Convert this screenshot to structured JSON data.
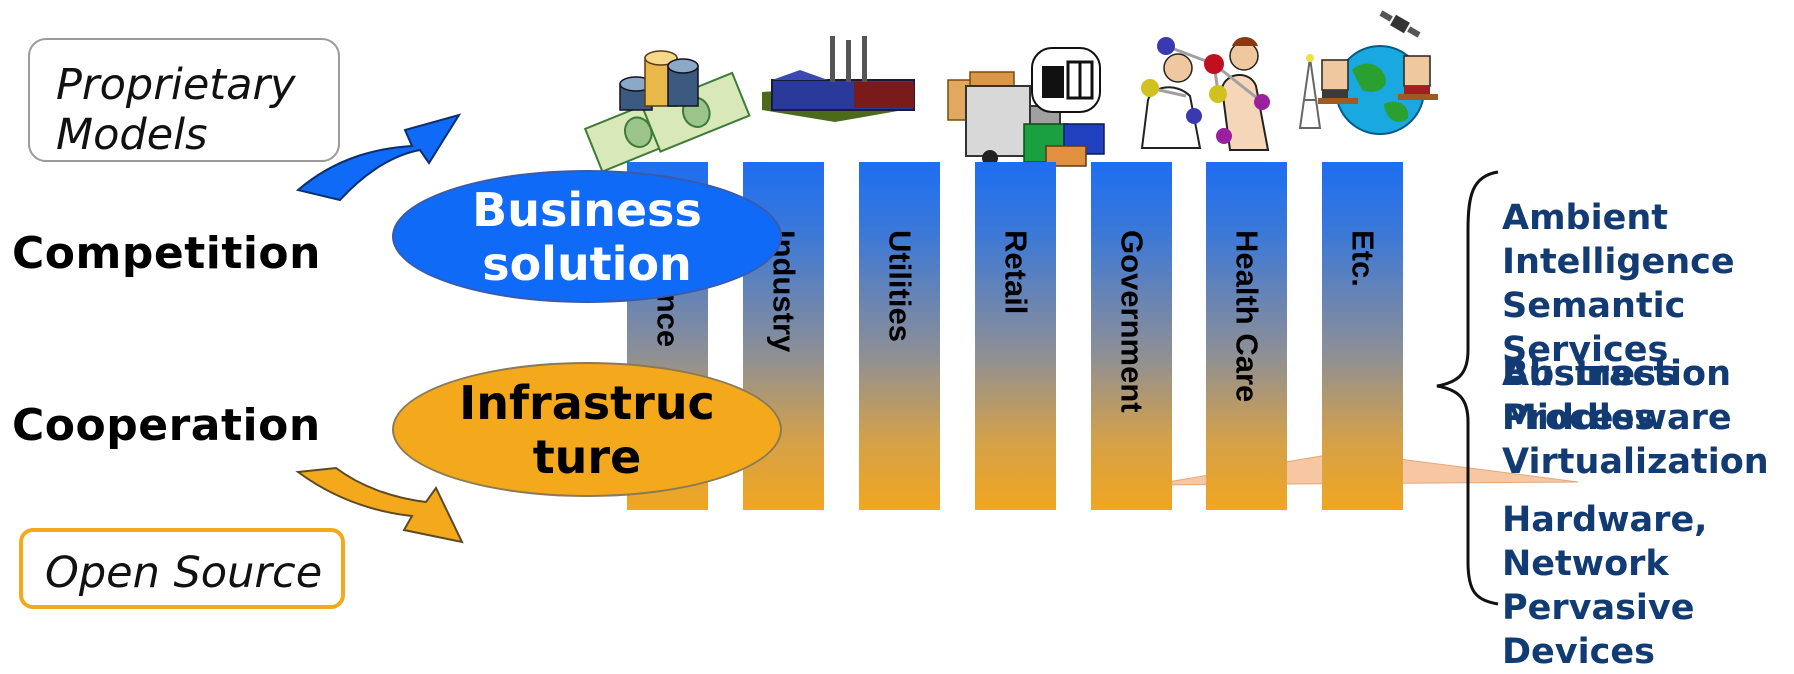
{
  "callouts": {
    "proprietary": "Proprietary Models",
    "open_source": "Open Source"
  },
  "side_labels": {
    "competition": "Competition",
    "cooperation": "Cooperation"
  },
  "ellipses": {
    "business": "Business solution",
    "infrastructure": "Infrastruc ture"
  },
  "pillars": [
    "Finance",
    "Industry",
    "Utilities",
    "Retail",
    "Government",
    "Health Care",
    "Etc."
  ],
  "pillar_icons": [
    "money-icon",
    "factory-icon",
    "delivery-truck-icon",
    "retail-goods-icon",
    "scientist-molecule-icon",
    "globe-telecom-icon"
  ],
  "layers": {
    "top": "Ambient Intelligence Semantic Services",
    "middle_a": "Business Process",
    "middle_b": "Abstraction Middleware Virtualization",
    "bottom": "Hardware, Network Pervasive Devices"
  },
  "colors": {
    "blue": "#0f6af7",
    "orange": "#f4a91d",
    "layer_text": "#123a73"
  }
}
